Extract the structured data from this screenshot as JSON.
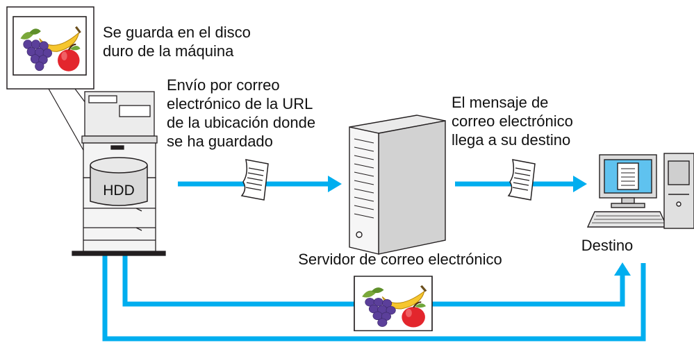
{
  "texts": {
    "saved_to_disk": "Se guarda en el disco\nduro de la máquina",
    "send_url": "Envío por correo\nelectrónico de la URL\nde la ubicación donde\nse ha guardado",
    "message_arrives": "El mensaje de\ncorreo electrónico\nllega a su destino",
    "hdd": "HDD",
    "mail_server": "Servidor de correo electrónico",
    "destination": "Destino"
  },
  "colors": {
    "arrow": "#00aeef",
    "line": "#231f20",
    "hdd_fill": "#d9d9d9"
  },
  "icons": {
    "image_thumbnail": "fruit-image-icon",
    "multifunction_printer": "printer-icon",
    "document": "document-icon",
    "server": "server-icon",
    "computer": "computer-icon"
  }
}
